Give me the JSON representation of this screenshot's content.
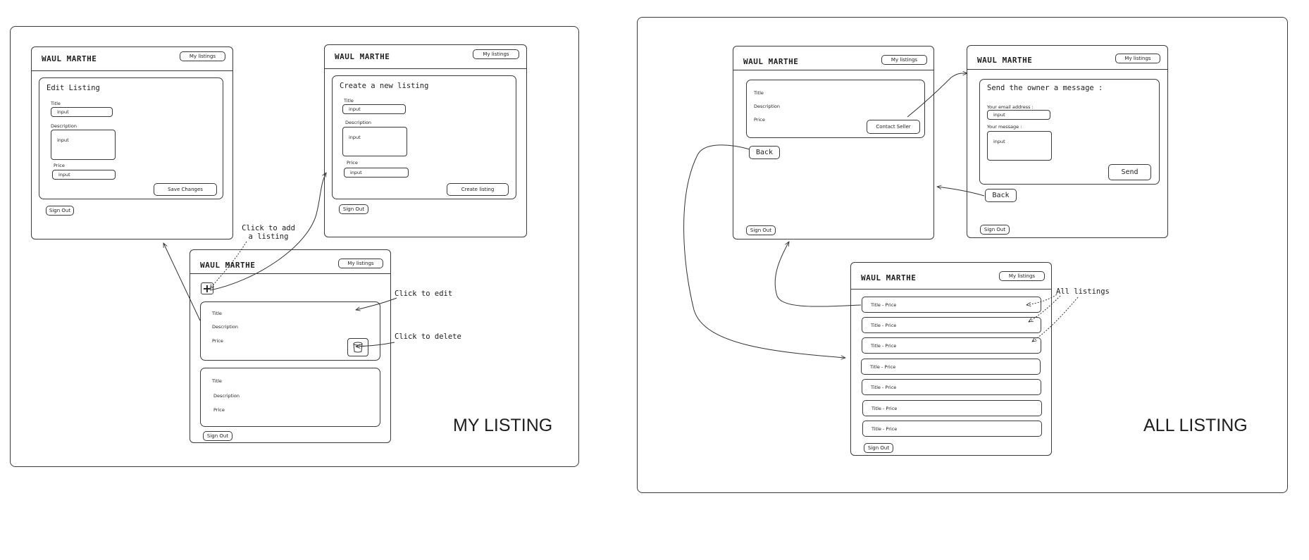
{
  "brand": "WAUL MARTHE",
  "nav_my_listings": "My listings",
  "sign_out": "Sign Out",
  "labels": {
    "title": "Title",
    "description": "Description",
    "price": "Price",
    "input": "input"
  },
  "my_listing": {
    "section_title": "MY LISTING",
    "edit_screen": {
      "heading": "Edit Listing",
      "submit": "Save Changes"
    },
    "create_screen": {
      "heading": "Create a new listing",
      "submit": "Create listing"
    },
    "list_screen": {
      "add_icon": "plus-icon",
      "delete_icon": "trash-icon"
    },
    "annotations": {
      "add": "Click to add\na listing",
      "edit": "Click to edit",
      "delete": "Click to delete"
    }
  },
  "all_listing": {
    "section_title": "ALL LISTING",
    "detail_screen": {
      "contact": "Contact Seller",
      "back": "Back"
    },
    "message_screen": {
      "heading": "Send the owner a message :",
      "email_label": "Your email address :",
      "message_label": "Your message :",
      "send": "Send",
      "back": "Back"
    },
    "list_screen": {
      "row_text": "Title - Price",
      "rows": [
        "Title - Price",
        "Title - Price",
        "Title - Price",
        "Title - Price",
        "Title - Price",
        "Title - Price",
        "Title - Price"
      ]
    },
    "annotations": {
      "all": "All listings"
    }
  }
}
